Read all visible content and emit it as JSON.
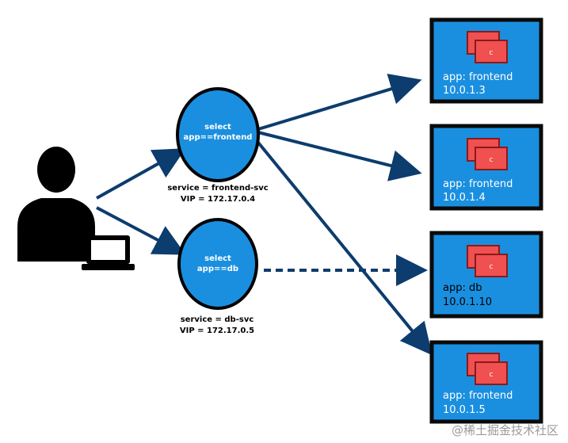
{
  "colors": {
    "arrow": "#0d3c6e",
    "service_fill": "#1a8fe0",
    "pod_fill": "#1a8fe0",
    "pod_border": "#0a0a0a",
    "container_fill": "#f05050",
    "container_border": "#8a1a1a",
    "text_white": "#ffffff",
    "text_dark": "#000000"
  },
  "services": [
    {
      "selector_line1": "select",
      "selector_line2": "app==frontend",
      "caption_line1": "service = frontend-svc",
      "caption_line2": "VIP = 172.17.0.4"
    },
    {
      "selector_line1": "select",
      "selector_line2": "app==db",
      "caption_line1": "service = db-svc",
      "caption_line2": "VIP = 172.17.0.5"
    }
  ],
  "pods": [
    {
      "label": "app: frontend",
      "ip": "10.0.1.3",
      "container_glyph": "c"
    },
    {
      "label": "app: frontend",
      "ip": "10.0.1.4",
      "container_glyph": "c"
    },
    {
      "label": "app: db",
      "ip": "10.0.1.10",
      "container_glyph": "c"
    },
    {
      "label": "app: frontend",
      "ip": "10.0.1.5",
      "container_glyph": "c"
    }
  ],
  "icons": {
    "user": "user-icon",
    "laptop": "laptop-icon"
  },
  "watermark": "@稀土掘金技术社区"
}
